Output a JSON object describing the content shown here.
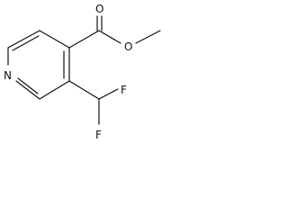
{
  "molecule": {
    "colors": {
      "bond": "#111111",
      "label": "#111111",
      "background": "#ffffff"
    },
    "atoms": {
      "N": "N",
      "O_carbonyl": "O",
      "O_ester": "O",
      "F_top": "F",
      "F_bottom": "F"
    }
  }
}
